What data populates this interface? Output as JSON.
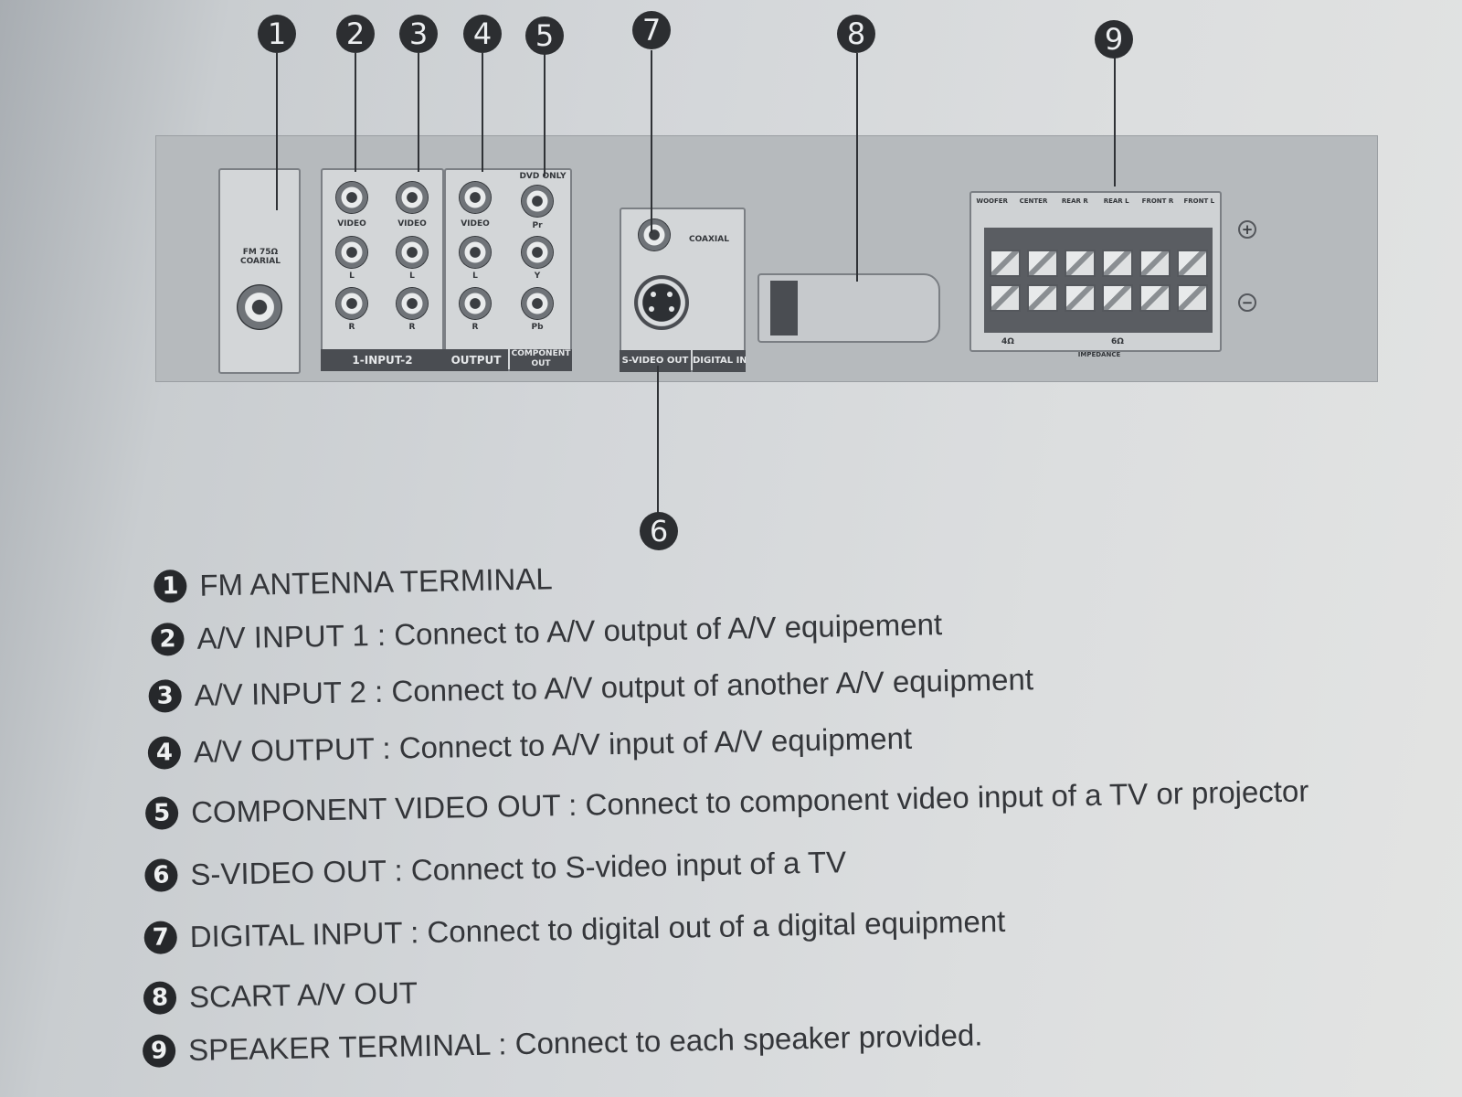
{
  "panel": {
    "fm_label": "FM 75Ω COARIAL",
    "video_label": "VIDEO",
    "l_label": "L",
    "r_label": "R",
    "dvd_only_label": "DVD ONLY",
    "pr_label": "Pr",
    "y_label": "Y",
    "pb_label": "Pb",
    "coaxial_label": "COAXIAL",
    "bar_input": "1-INPUT-2",
    "bar_output": "OUTPUT",
    "bar_component": "COMPONENT OUT",
    "bar_svideo": "S-VIDEO OUT",
    "bar_digital": "DIGITAL IN",
    "speaker_headers": [
      "WOOFER",
      "CENTER",
      "REAR R",
      "REAR L",
      "FRONT R",
      "FRONT L"
    ],
    "plus_sign": "+",
    "minus_sign": "−",
    "impedance_4": "4Ω",
    "impedance_6": "6Ω",
    "impedance_label": "IMPEDANCE"
  },
  "callouts": [
    "1",
    "2",
    "3",
    "4",
    "5",
    "6",
    "7",
    "8",
    "9"
  ],
  "legend": [
    {
      "num": "1",
      "text": "FM ANTENNA TERMINAL"
    },
    {
      "num": "2",
      "text": "A/V INPUT 1 : Connect to A/V output of A/V equipement"
    },
    {
      "num": "3",
      "text": "A/V INPUT 2 : Connect to A/V output of another A/V equipment"
    },
    {
      "num": "4",
      "text": "A/V OUTPUT : Connect to A/V input of A/V equipment"
    },
    {
      "num": "5",
      "text": "COMPONENT VIDEO OUT : Connect to component video input of a TV or projector"
    },
    {
      "num": "6",
      "text": "S-VIDEO OUT : Connect to S-video input of a TV"
    },
    {
      "num": "7",
      "text": "DIGITAL INPUT : Connect to digital out of a digital equipment"
    },
    {
      "num": "8",
      "text": "SCART A/V OUT"
    },
    {
      "num": "9",
      "text": "SPEAKER TERMINAL : Connect to each speaker provided."
    }
  ]
}
